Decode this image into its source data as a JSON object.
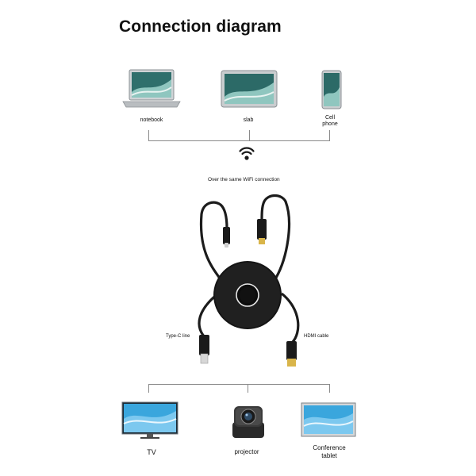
{
  "title": "Connection diagram",
  "sources": [
    {
      "label": "notebook",
      "icon": "laptop-icon"
    },
    {
      "label": "slab",
      "icon": "tablet-icon"
    },
    {
      "label": "Cell\nphone",
      "icon": "phone-icon"
    }
  ],
  "wifi": {
    "icon": "wifi-signal-icon",
    "label": "Over the same WiFi connection"
  },
  "device": {
    "icon": "wireless-display-dongle-icon"
  },
  "cables": {
    "left_label": "Type-C line",
    "right_label": "HDMI cable"
  },
  "outputs": [
    {
      "label": "TV",
      "icon": "tv-icon"
    },
    {
      "label": "projector",
      "icon": "projector-icon"
    },
    {
      "label": "Conference\ntablet",
      "icon": "conference-display-icon"
    }
  ]
}
